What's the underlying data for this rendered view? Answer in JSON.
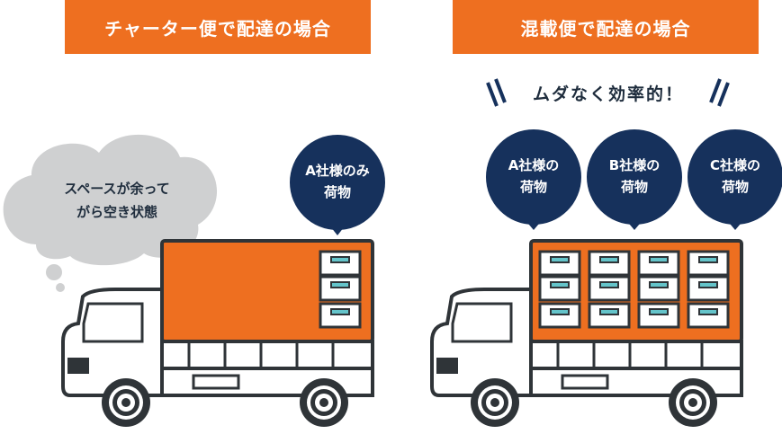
{
  "colors": {
    "accent_orange": "#ee6f20",
    "navy": "#16315c",
    "cloud_gray": "#cfd0d1",
    "outline": "#2f3438"
  },
  "left_panel": {
    "header": "チャーター便で配達の場合",
    "thought_bubble": {
      "line1": "スペースが余って",
      "line2": "がら空き状態"
    },
    "speech_bubble": {
      "line1": "A社様のみ",
      "line2": "荷物"
    }
  },
  "right_panel": {
    "header": "混載便で配達の場合",
    "tagline": "ムダなく効率的！",
    "speech_bubbles": [
      {
        "line1": "A社様の",
        "line2": "荷物"
      },
      {
        "line1": "B社様の",
        "line2": "荷物"
      },
      {
        "line1": "C社様の",
        "line2": "荷物"
      }
    ]
  },
  "icons": [
    "truck-icon",
    "cargo-box-icon",
    "thought-cloud-icon",
    "speech-bubble-icon"
  ]
}
